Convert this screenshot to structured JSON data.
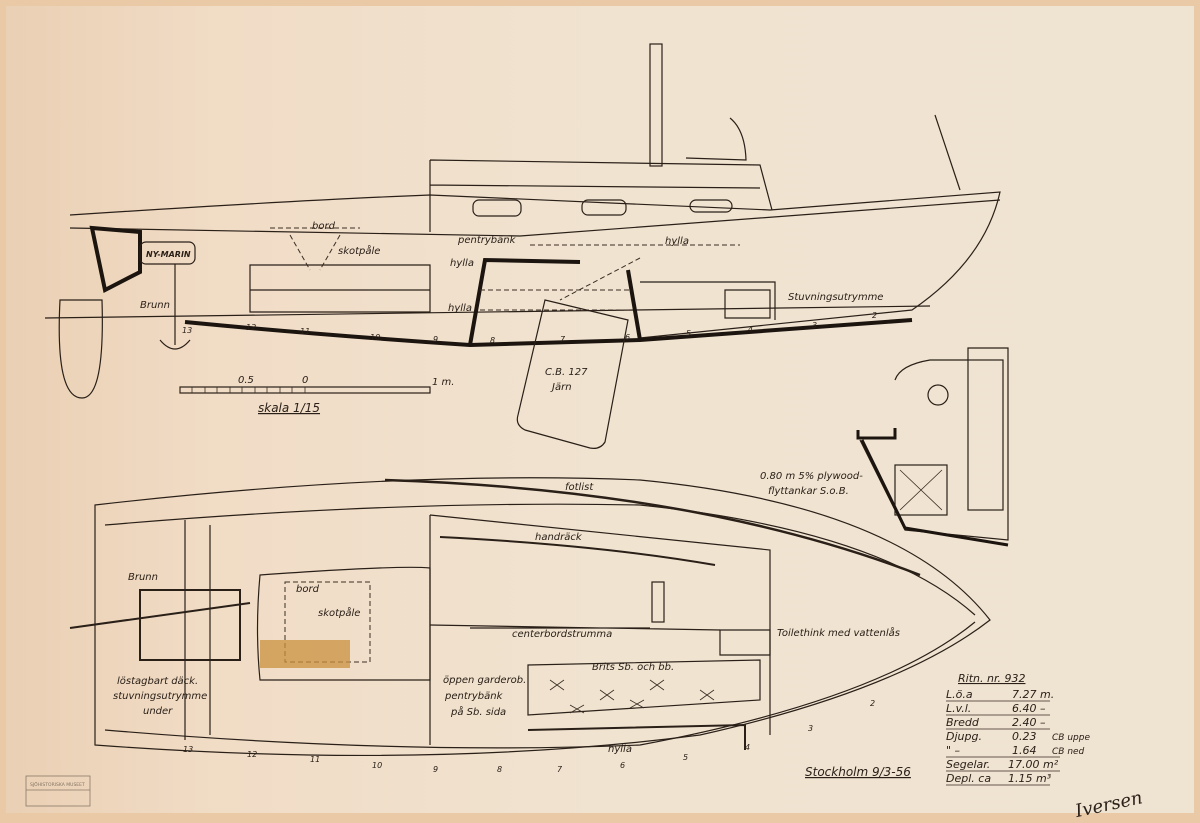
{
  "drawing": {
    "profile_labels": {
      "bord": "bord",
      "pentrybank": "pentrybänk",
      "hylla_1": "hylla",
      "hylla_2": "hylla",
      "hylla_3": "hylla",
      "skotpale": "skotpåle",
      "ny_marin": "NY-MARIN",
      "brunn": "Brunn",
      "stuvningsutrymme": "Stuvningsutrymme",
      "centerboard_1": "C.B. 127",
      "centerboard_2": "Järn"
    },
    "scale": {
      "label": "skala 1/15",
      "tick_05": "0.5",
      "tick_0": "0",
      "tick_1m": "1 m."
    },
    "section_note": {
      "line1": "0.80 m 5% plywood-",
      "line2": "flyttankar S.o.B."
    },
    "plan_labels": {
      "fotlist": "fotlist",
      "handrack": "handräck",
      "brunn": "Brunn",
      "bord": "bord",
      "skotpale": "skotpåle",
      "centerbordstrumma": "centerbordstrumma",
      "toilet": "Toilethink med vattenlås",
      "brits": "Brits Sb. och bb.",
      "deck_1": "löstagbart däck.",
      "deck_2": "stuvningsutrymme",
      "deck_3": "under",
      "garderob_1": "öppen garderob.",
      "garderob_2": "pentrybänk",
      "garderob_3": "på Sb. sida",
      "hylla": "hylla"
    },
    "frames": [
      "13",
      "12",
      "11",
      "10",
      "9",
      "8",
      "7",
      "6",
      "5",
      "4",
      "3",
      "2"
    ],
    "place_date": "Stockholm 9/3-56",
    "signature": "Iversen",
    "stamp": "SJÖHISTORISKA MUSEET"
  },
  "specs": {
    "title": "Ritn. nr. 932",
    "rows": [
      {
        "label": "L.ö.a",
        "value": "7.27 m.",
        "note": ""
      },
      {
        "label": "L.v.l.",
        "value": "6.40 –",
        "note": ""
      },
      {
        "label": "Bredd",
        "value": "2.40 –",
        "note": ""
      },
      {
        "label": "Djupg.",
        "value": "0.23",
        "note": "CB uppe"
      },
      {
        "label": "\" –",
        "value": "1.64",
        "note": "CB ned"
      },
      {
        "label": "Segelar.",
        "value": "17.00 m²",
        "note": ""
      },
      {
        "label": "Depl. ca",
        "value": "1.15 m³",
        "note": ""
      }
    ]
  },
  "colors": {
    "paper": "#efe2cf",
    "ink": "#2a2018",
    "edge": "#e7b98e",
    "stain": "#c9913f"
  }
}
